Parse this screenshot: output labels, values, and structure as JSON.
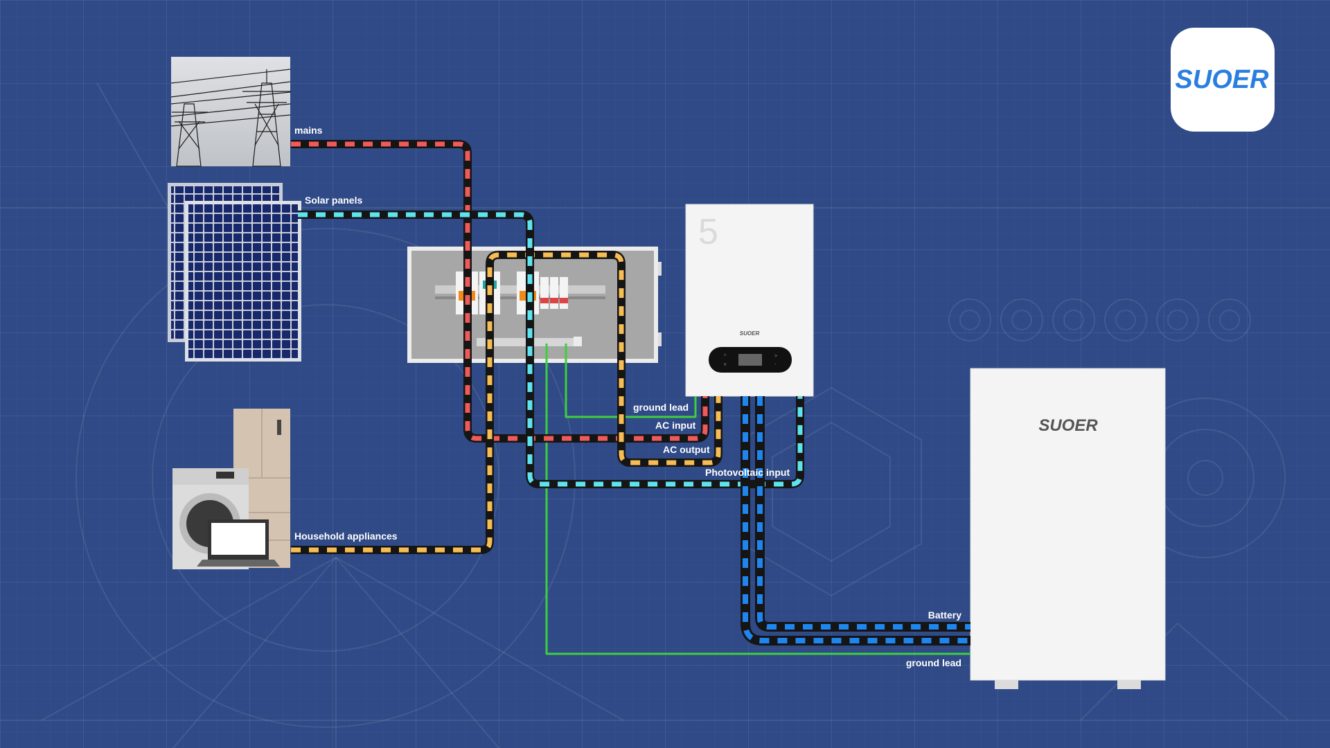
{
  "brand": {
    "name": "SUOER"
  },
  "colors": {
    "background": "#2f4a86",
    "mains": "#ef5a5a",
    "solar": "#5fe3ee",
    "appliances": "#f6bd55",
    "battery": "#1f86f0",
    "ground": "#3ecf3e"
  },
  "devices": {
    "inverter_model": "5",
    "inverter_brand": "SUOER",
    "battery_brand": "SUOER"
  },
  "labels": {
    "mains": "mains",
    "solar": "Solar panels",
    "appliances": "Household appliances",
    "ground1": "ground lead",
    "ac_input": "AC input",
    "ac_output": "AC output",
    "pv_input": "Photovoltaic input",
    "battery": "Battery",
    "ground2": "ground lead"
  }
}
